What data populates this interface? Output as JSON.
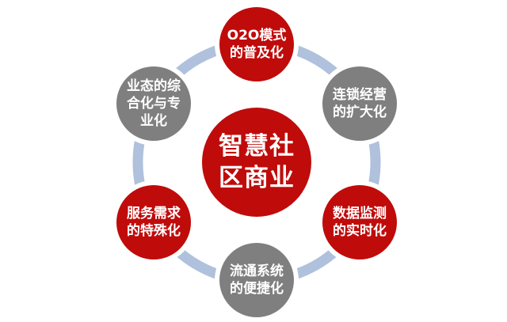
{
  "diagram": {
    "center": {
      "lines": [
        "智慧社",
        "区商业"
      ],
      "color": "#C00B0B"
    },
    "nodes": [
      {
        "id": "o2o-popularization",
        "position": "top",
        "color": "#C00B0B",
        "lines": [
          "O2O模式",
          "的普及化"
        ]
      },
      {
        "id": "chain-expansion",
        "position": "top-right",
        "color": "#7F7F7F",
        "lines": [
          "连锁经营",
          "的扩大化"
        ]
      },
      {
        "id": "data-monitoring",
        "position": "bottom-right",
        "color": "#C00B0B",
        "lines": [
          "数据监测",
          "的实时化"
        ]
      },
      {
        "id": "circulation-convenience",
        "position": "bottom",
        "color": "#7F7F7F",
        "lines": [
          "流通系统",
          "的便捷化"
        ]
      },
      {
        "id": "service-specialization",
        "position": "bottom-left",
        "color": "#C00B0B",
        "lines": [
          "服务需求",
          "的特殊化"
        ]
      },
      {
        "id": "format-integration",
        "position": "top-left",
        "color": "#7F7F7F",
        "lines": [
          "业态的综",
          "合化与专",
          "业化"
        ]
      }
    ],
    "colors": {
      "red": "#C00B0B",
      "gray": "#7F7F7F",
      "ring": "#AFC1DC",
      "text": "#FFFFFF",
      "background": "#FFFFFF"
    }
  }
}
